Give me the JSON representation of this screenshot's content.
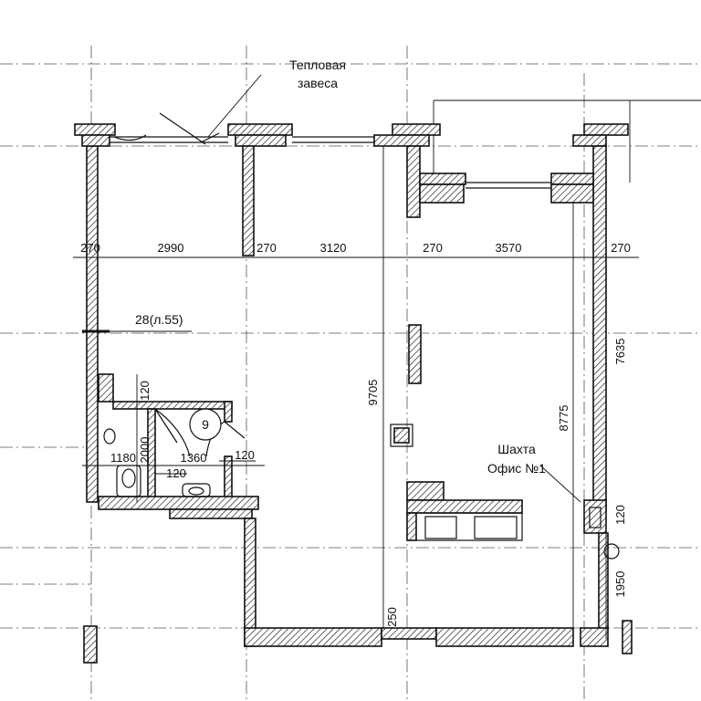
{
  "plan": {
    "labels": {
      "thermal_curtain_line1": "Тепловая",
      "thermal_curtain_line2": "завеса",
      "section_ref": "28(л.55)",
      "room_number": "9",
      "shaft_line1": "Шахта",
      "shaft_line2": "Офис №1"
    },
    "dimensions": {
      "top_270_a": "270",
      "top_2990": "2990",
      "top_270_b": "270",
      "top_3120": "3120",
      "top_270_c": "270",
      "top_3570": "3570",
      "top_270_d": "270",
      "v_9705": "9705",
      "v_8775": "8775",
      "v_7635": "7635",
      "v_120_a": "120",
      "v_2000": "2000",
      "h_1180": "1180",
      "h_1360": "1360",
      "h_120_a": "120",
      "h_120_b": "120",
      "v_120_b": "120",
      "v_1950": "1950",
      "v_250": "250"
    }
  }
}
